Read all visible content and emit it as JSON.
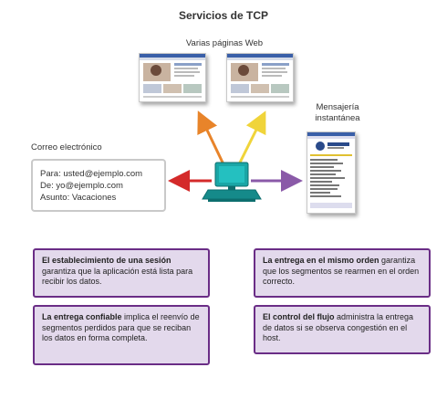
{
  "title": "Servicios de TCP",
  "labels": {
    "web_pages": "Varias páginas Web",
    "im_line1": "Mensajería",
    "im_line2": "instantánea",
    "email": "Correo electrónico"
  },
  "email_box": {
    "to": "Para: usted@ejemplo.com",
    "from": "De: yo@ejemplo.com",
    "subject": "Asunto: Vacaciones"
  },
  "arrows": {
    "email_color": "#d42a2a",
    "web1_color": "#e8842a",
    "web2_color": "#f0d43a",
    "im_color": "#8a5aa8",
    "computer_color": "#1aa6a6"
  },
  "cards": [
    {
      "bold": "El establecimiento de una sesión",
      "text": " garantiza que la aplicación está lista para recibir los datos."
    },
    {
      "bold": "La entrega en el mismo orden",
      "text": " garantiza que los segmentos se rearmen en el orden correcto."
    },
    {
      "bold": "La entrega confiable",
      "text": " implica el reenvío de segmentos perdidos para que se reciban los datos en forma completa."
    },
    {
      "bold": "El control del flujo",
      "text": " administra la entrega de datos si se observa congestión en el host."
    }
  ]
}
